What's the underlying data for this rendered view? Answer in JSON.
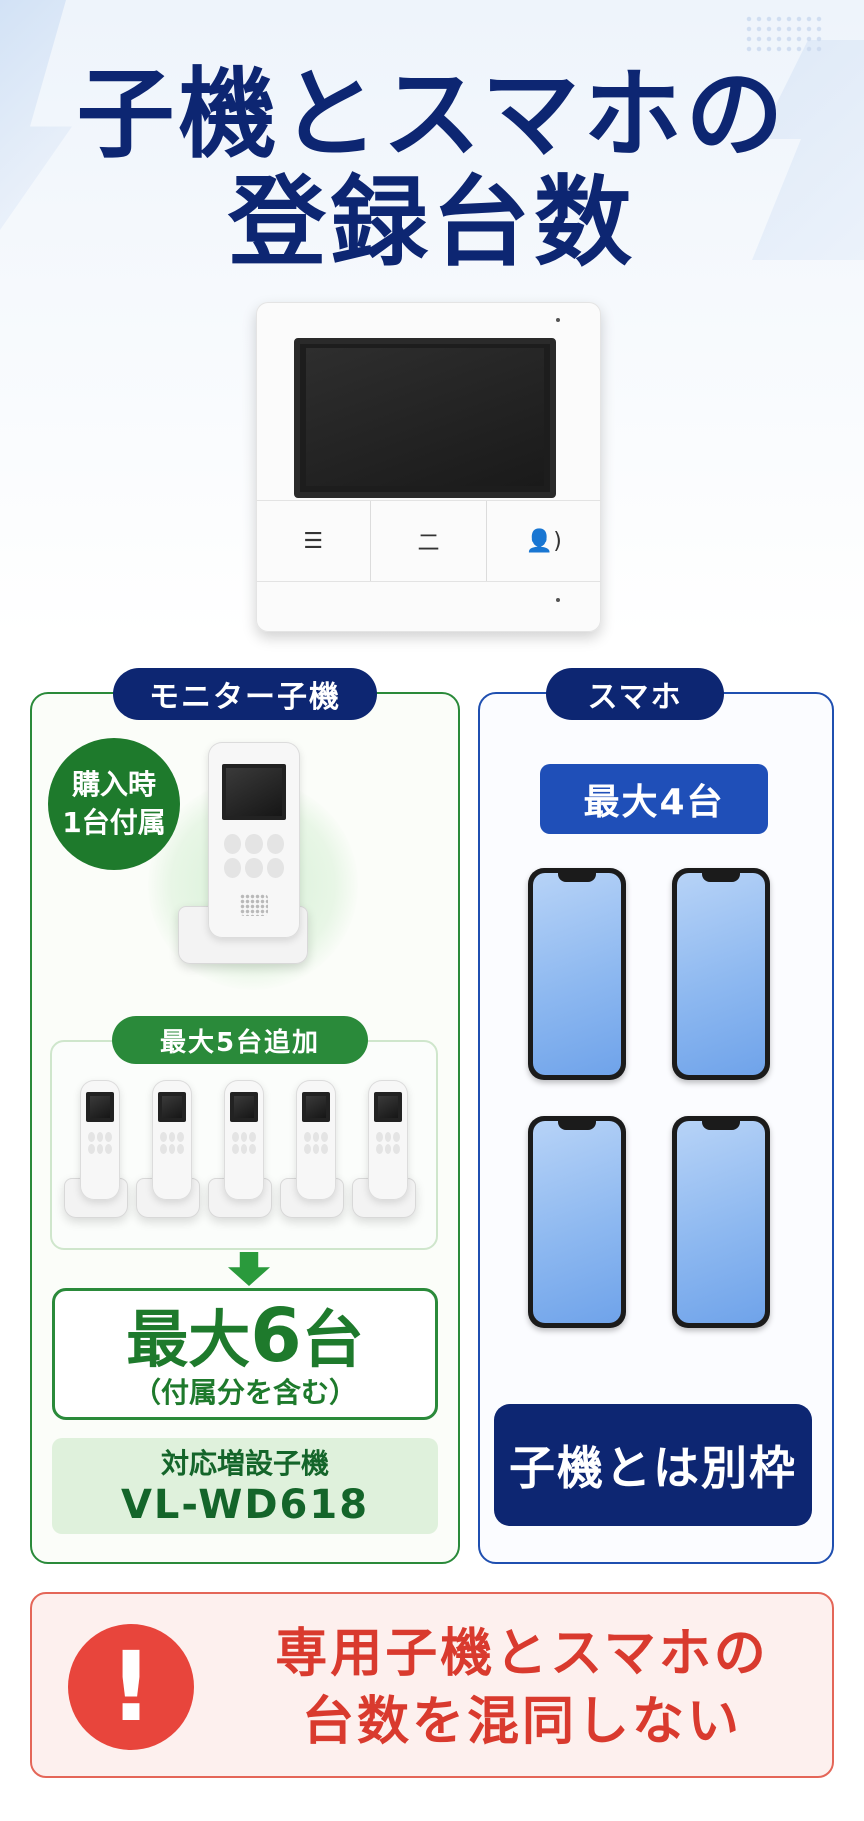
{
  "header": {
    "title_line1": "子機とスマホの",
    "title_line2": "登録台数"
  },
  "monitor": {
    "buttons": [
      "☰",
      "二",
      "👤)"
    ]
  },
  "green_panel": {
    "header": "モニター子機",
    "included_badge_line1": "購入時",
    "included_badge_line2": "1台付属",
    "add_label": "最大5台追加",
    "max_prefix": "最大",
    "max_number": "6",
    "max_suffix": "台",
    "max_note": "（付属分を含む）",
    "model_label": "対応増設子機",
    "model_code": "VL-WD618"
  },
  "blue_panel": {
    "header": "スマホ",
    "max_label": "最大4台",
    "separate_label": "子機とは別枠"
  },
  "warning": {
    "icon": "!",
    "line1": "専用子機とスマホの",
    "line2": "台数を混同しない"
  },
  "colors": {
    "navy": "#0d2672",
    "green": "#2a8a3a",
    "blue": "#1f4fb8",
    "red": "#e8453c"
  }
}
